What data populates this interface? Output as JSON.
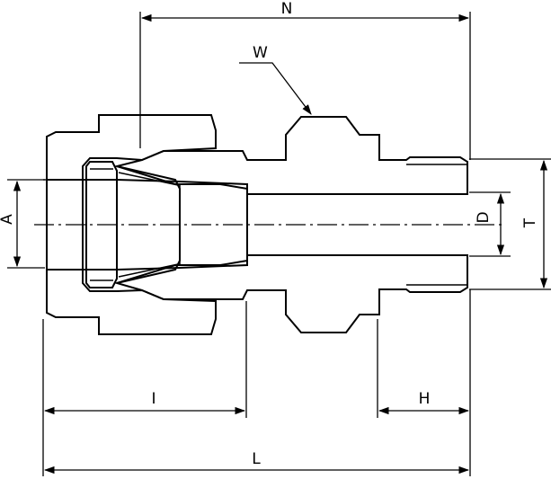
{
  "labels": {
    "N": "N",
    "W": "W",
    "A": "A",
    "D": "D",
    "T": "T",
    "I": "I",
    "H": "H",
    "L": "L"
  },
  "colors": {
    "line": "#000000",
    "background": "#ffffff"
  }
}
